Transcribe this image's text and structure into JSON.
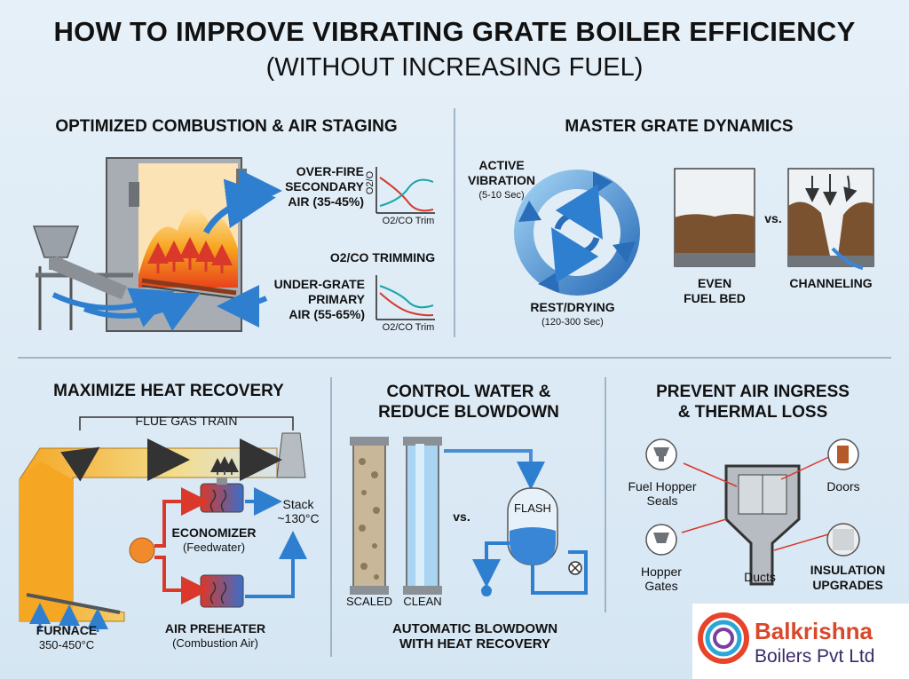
{
  "title": {
    "line1": "HOW TO IMPROVE VIBRATING GRATE BOILER EFFICIENCY",
    "line2": "(WITHOUT INCREASING FUEL)"
  },
  "combustion": {
    "heading": "OPTIMIZED COMBUSTION & AIR STAGING",
    "over_fire": [
      "OVER-FIRE",
      "SECONDARY",
      "AIR (35-45%)"
    ],
    "trimming": "O2/CO TRIMMING",
    "chart1_caption": "O2/CO Trim",
    "chart1_ylabel": "O2/O",
    "under_grate": [
      "UNDER-GRATE",
      "PRIMARY",
      "AIR (55-65%)"
    ],
    "chart2_caption": "O2/CO Trim"
  },
  "grate": {
    "heading": "MASTER GRATE DYNAMICS",
    "active": [
      "ACTIVE",
      "VIBRATION"
    ],
    "active_time": "(5-10 Sec)",
    "rest": "REST/DRYING",
    "rest_time": "(120-300 Sec)",
    "vs": "vs.",
    "even": [
      "EVEN",
      "FUEL BED"
    ],
    "channeling": "CHANNELING"
  },
  "heat": {
    "heading": "MAXIMIZE HEAT RECOVERY",
    "flue": "FLUE GAS TRAIN",
    "stack": "Stack",
    "stack_temp": "~130°C",
    "economizer": "ECONOMIZER",
    "economizer_sub": "(Feedwater)",
    "preheater": "AIR PREHEATER",
    "preheater_sub": "(Combustion Air)",
    "furnace": "FURNACE",
    "furnace_temp": "350-450°C"
  },
  "water": {
    "heading": [
      "CONTROL WATER &",
      "REDUCE BLOWDOWN"
    ],
    "scaled": "SCALED",
    "clean": "CLEAN",
    "vs": "vs.",
    "flash": "FLASH",
    "auto": [
      "AUTOMATIC BLOWDOWN",
      "WITH HEAT RECOVERY"
    ]
  },
  "ingress": {
    "heading": [
      "PREVENT AIR INGRESS",
      "& THERMAL LOSS"
    ],
    "hopper_seals": [
      "Fuel Hopper",
      "Seals"
    ],
    "doors": "Doors",
    "hopper_gates": [
      "Hopper",
      "Gates"
    ],
    "ducts": "Ducts",
    "insulation": [
      "INSULATION",
      "UPGRADES"
    ]
  },
  "brand": {
    "name": "Balkrishna",
    "sub": "Boilers Pvt Ltd"
  },
  "colors": {
    "hot": "#f39a1e",
    "cold": "#2f7fd0",
    "red": "#d9382b",
    "steel": "#8d9298"
  }
}
